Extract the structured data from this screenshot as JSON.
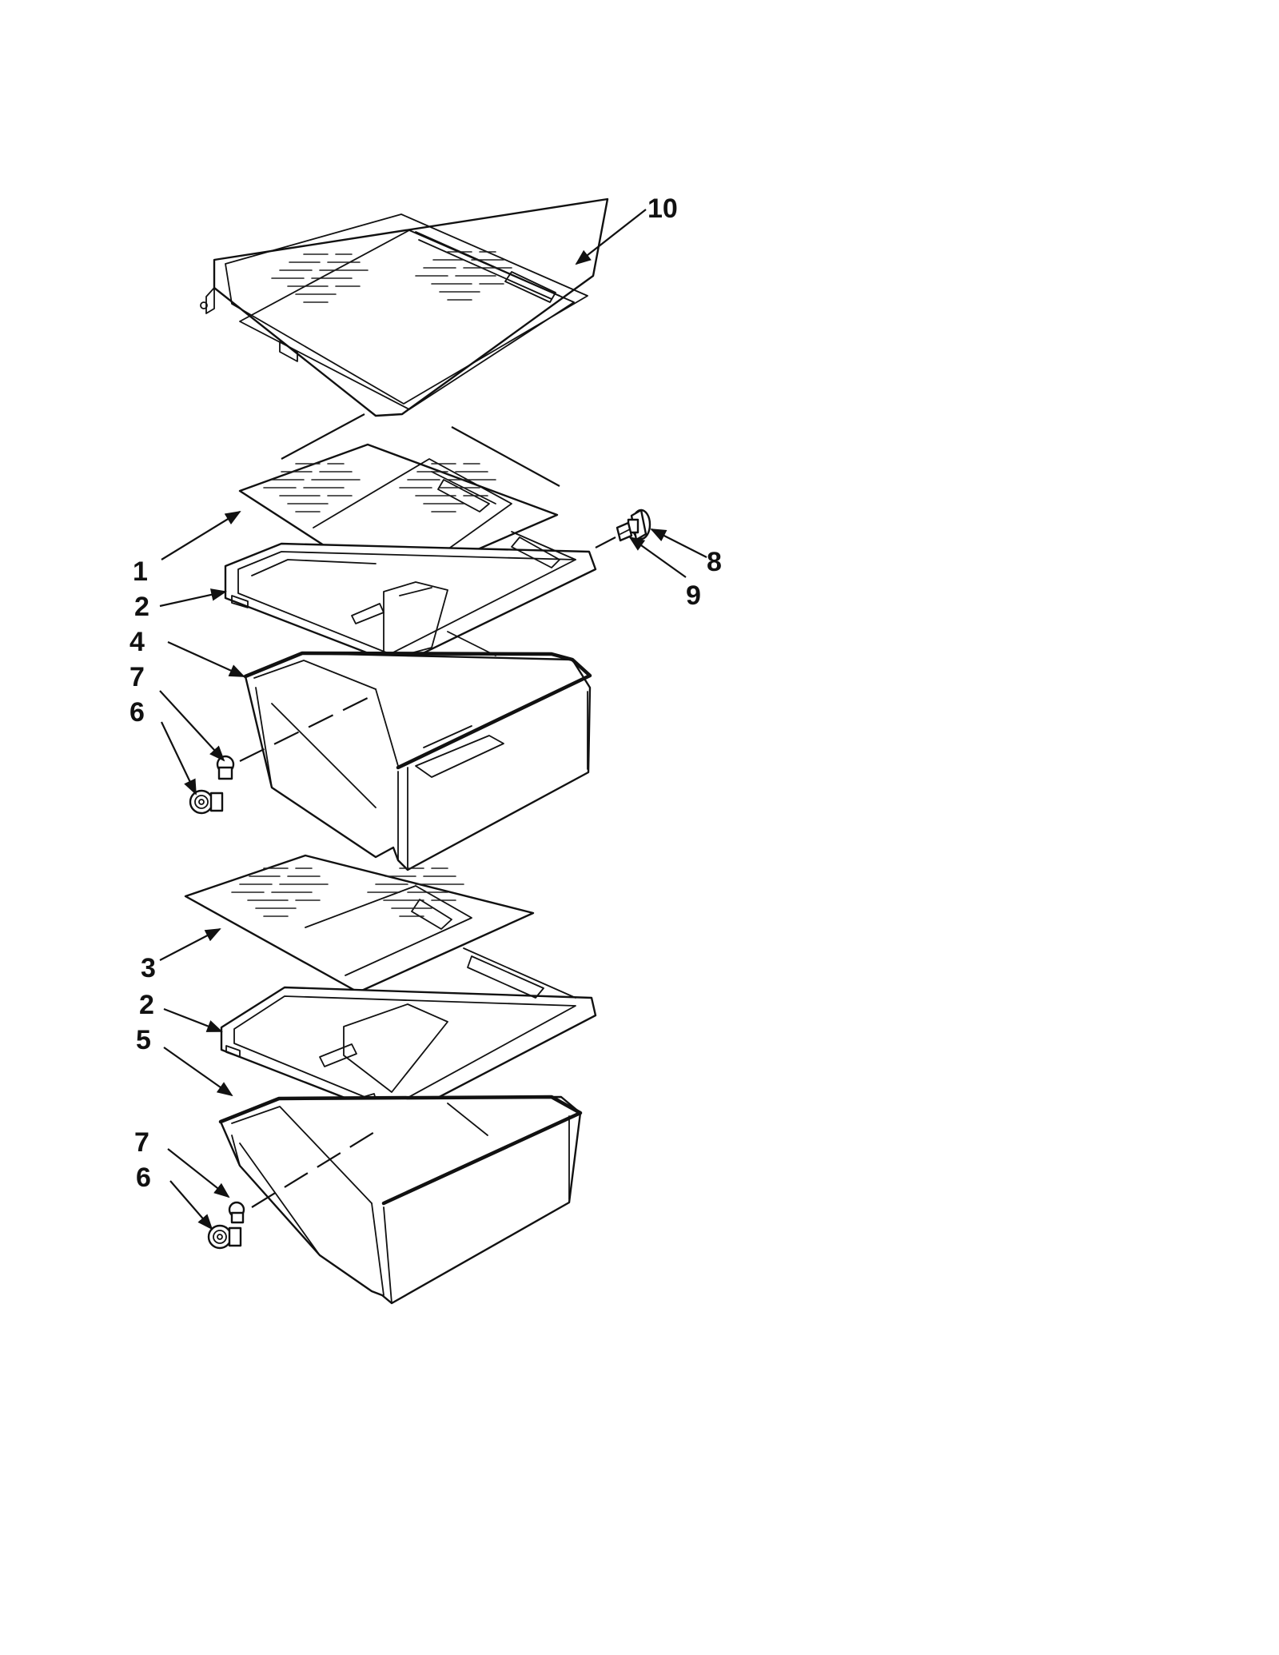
{
  "callouts": [
    {
      "id": "c10",
      "label": "10"
    },
    {
      "id": "c1",
      "label": "1"
    },
    {
      "id": "c2a",
      "label": "2"
    },
    {
      "id": "c4",
      "label": "4"
    },
    {
      "id": "c7a",
      "label": "7"
    },
    {
      "id": "c6a",
      "label": "6"
    },
    {
      "id": "c8",
      "label": "8"
    },
    {
      "id": "c9",
      "label": "9"
    },
    {
      "id": "c3",
      "label": "3"
    },
    {
      "id": "c2b",
      "label": "2"
    },
    {
      "id": "c5",
      "label": "5"
    },
    {
      "id": "c7b",
      "label": "7"
    },
    {
      "id": "c6b",
      "label": "6"
    }
  ],
  "colors": {
    "line": "#111111",
    "background": "#ffffff"
  }
}
